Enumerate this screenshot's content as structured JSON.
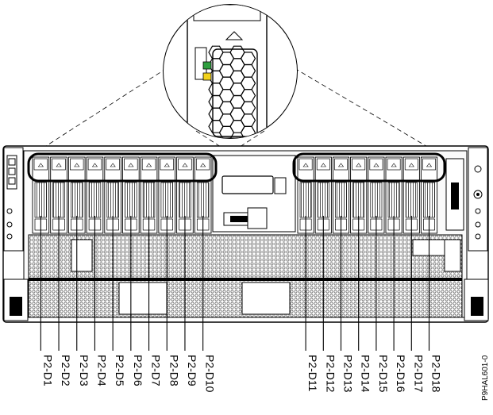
{
  "bay_labels_left": [
    "P2-D1",
    "P2-D2",
    "P2-D3",
    "P2-D4",
    "P2-D5",
    "P2-D6",
    "P2-D7",
    "P2-D8",
    "P2-D9",
    "P2-D10"
  ],
  "bay_labels_right": [
    "P2-D11",
    "P2-D12",
    "P2-D13",
    "P2-D14",
    "P2-D15",
    "P2-D16",
    "P2-D17",
    "P2-D18"
  ],
  "figure_id": "P9HAL601-0",
  "led_colors": {
    "activity": "#2e9e3e",
    "fault": "#f2d21b"
  },
  "callout_line_color": "#000000"
}
